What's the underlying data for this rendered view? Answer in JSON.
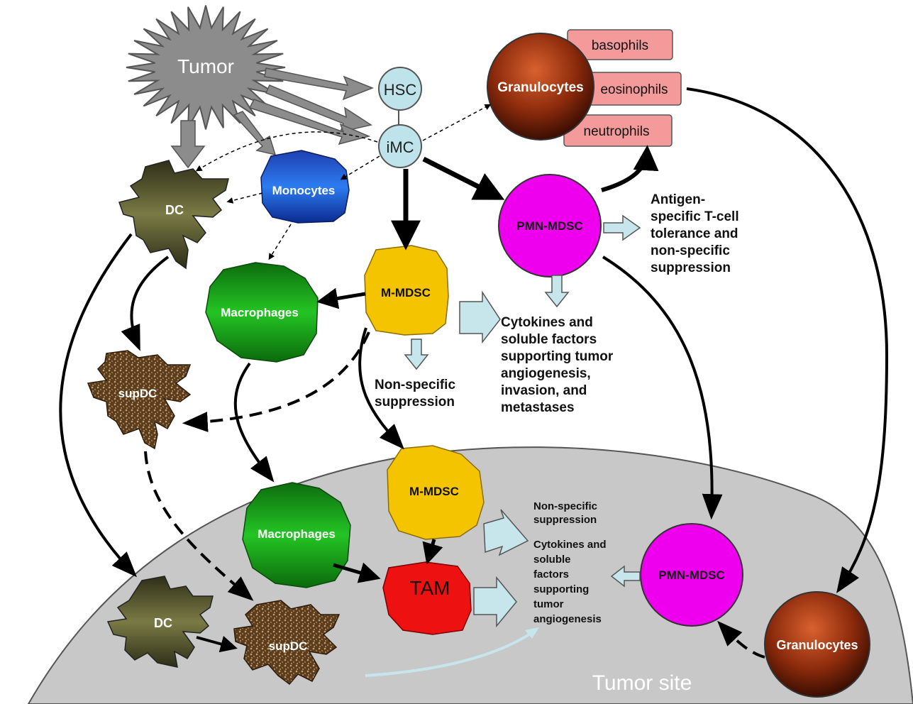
{
  "diagram": {
    "nodes": {
      "tumor": "Tumor",
      "hsc": "HSC",
      "imc": "iMC",
      "granulocytes_top": "Granulocytes",
      "basophils": "basophils",
      "eosinophils": "eosinophils",
      "neutrophils": "neutrophils",
      "dc_top": "DC",
      "monocytes": "Monocytes",
      "pmn_mdsc_top": "PMN-MDSC",
      "m_mdsc_top": "M-MDSC",
      "macrophages_top": "Macrophages",
      "supdc_top": "supDC",
      "m_mdsc_site": "M-MDSC",
      "macrophages_site": "Macrophages",
      "tam": "TAM",
      "dc_site": "DC",
      "supdc_site": "supDC",
      "pmn_mdsc_site": "PMN-MDSC",
      "granulocytes_site": "Granulocytes",
      "tumor_site": "Tumor site"
    },
    "texts": {
      "pmn_effect": [
        "Antigen-",
        "specific T-cell",
        "tolerance and",
        "non-specific",
        "suppression"
      ],
      "cytokines_top": [
        "Cytokines and",
        "soluble factors",
        "supporting tumor",
        "angiogenesis,",
        "invasion, and",
        "metastases"
      ],
      "nonspecific_top": [
        "Non-specific",
        "suppression"
      ],
      "nonspecific_site": [
        "Non-specific",
        "suppression"
      ],
      "cytokines_site": [
        "Cytokines and",
        "soluble",
        "factors",
        "supporting",
        "tumor",
        "angiogenesis"
      ]
    },
    "colors": {
      "tumor": "#8c8c8c",
      "hsc_imc": "#bfe3ea",
      "granulocyte": "#8b2a0c",
      "granule_box": "#f59a9a",
      "dc": "#4b4a2a",
      "supdc": "#6b4a2a",
      "monocytes": "#1d5ed8",
      "macrophages": "#1b9a1b",
      "m_mdsc": "#f2c100",
      "pmn_mdsc": "#ee00ee",
      "tam": "#ee1111",
      "tumor_site": "#c8c8c8",
      "light_arrow": "#c6e6ec"
    }
  }
}
